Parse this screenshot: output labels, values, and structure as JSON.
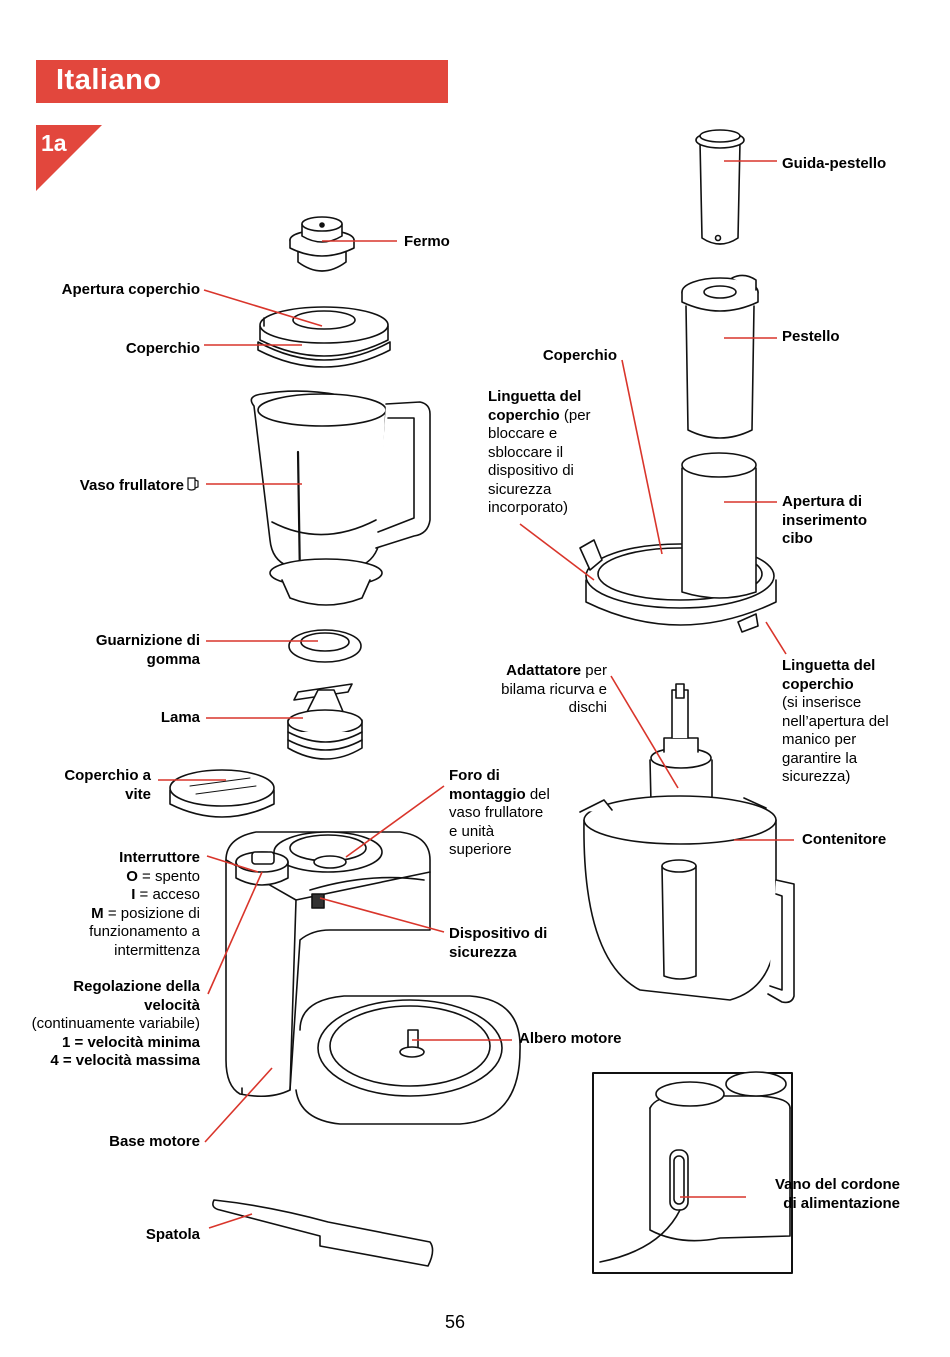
{
  "header": {
    "language": "Italiano",
    "figure_id": "1a"
  },
  "labels": {
    "fermo": "Fermo",
    "apertura_coperchio": "Apertura coperchio",
    "coperchio_left": "Coperchio",
    "vaso_frullatore": "Vaso frullatore",
    "guarnizione_1": "Guarnizione di",
    "guarnizione_2": "gomma",
    "lama": "Lama",
    "coperchio_vite_1": "Coperchio a",
    "coperchio_vite_2": "vite",
    "interruttore": {
      "title": "Interruttore",
      "o_key": "O",
      "o_text": " = spento",
      "i_key": "I",
      "i_text": " = acceso",
      "m_key": "M",
      "m_text": " = posizione di",
      "line4": "funzionamento a",
      "line5": "intermittenza"
    },
    "regolazione": {
      "line1": "Regolazione della",
      "line2": "velocità",
      "line3": "(continuamente variabile)",
      "line4": "1 = velocità  minima",
      "line5": "4 = velocità massima"
    },
    "base_motore": "Base motore",
    "spatola": "Spatola",
    "guida_pestello": "Guida-pestello",
    "pestello": "Pestello",
    "coperchio_right": "Coperchio",
    "linguetta_top": {
      "title1": "Linguetta del",
      "title2": "coperchio",
      "rest1": " (per",
      "line3": "bloccare e",
      "line4": "sbloccare il",
      "line5": "dispositivo di",
      "line6": "sicurezza",
      "line7": "incorporato)"
    },
    "apertura_cibo": {
      "line1": "Apertura di",
      "line2": "inserimento",
      "line3": "cibo"
    },
    "linguetta_bottom": {
      "line1": "Linguetta del",
      "line2": "coperchio",
      "line3": "(si inserisce",
      "line4": "nell’apertura del",
      "line5": "manico per",
      "line6": "garantire la",
      "line7": "sicurezza)"
    },
    "adattatore": {
      "bold": "Adattatore",
      "rest1": " per",
      "line2": "bilama ricurva e",
      "line3": "dischi"
    },
    "foro": {
      "line1": "Foro di",
      "line2_bold": "montaggio",
      "line2_rest": " del",
      "line3": "vaso frullatore",
      "line4": "e unità",
      "line5": "superiore"
    },
    "contenitore": "Contenitore",
    "dispositivo": {
      "line1": "Dispositivo di",
      "line2": "sicurezza"
    },
    "albero_motore": "Albero motore",
    "vano": {
      "line1": "Vano del cordone",
      "line2": "di alimentazione"
    }
  },
  "page_number": "56",
  "colors": {
    "accent": "#e2473d",
    "leader": "#d9352b",
    "ink": "#111111"
  },
  "icons": {
    "jug_symbol": "jug-icon"
  }
}
